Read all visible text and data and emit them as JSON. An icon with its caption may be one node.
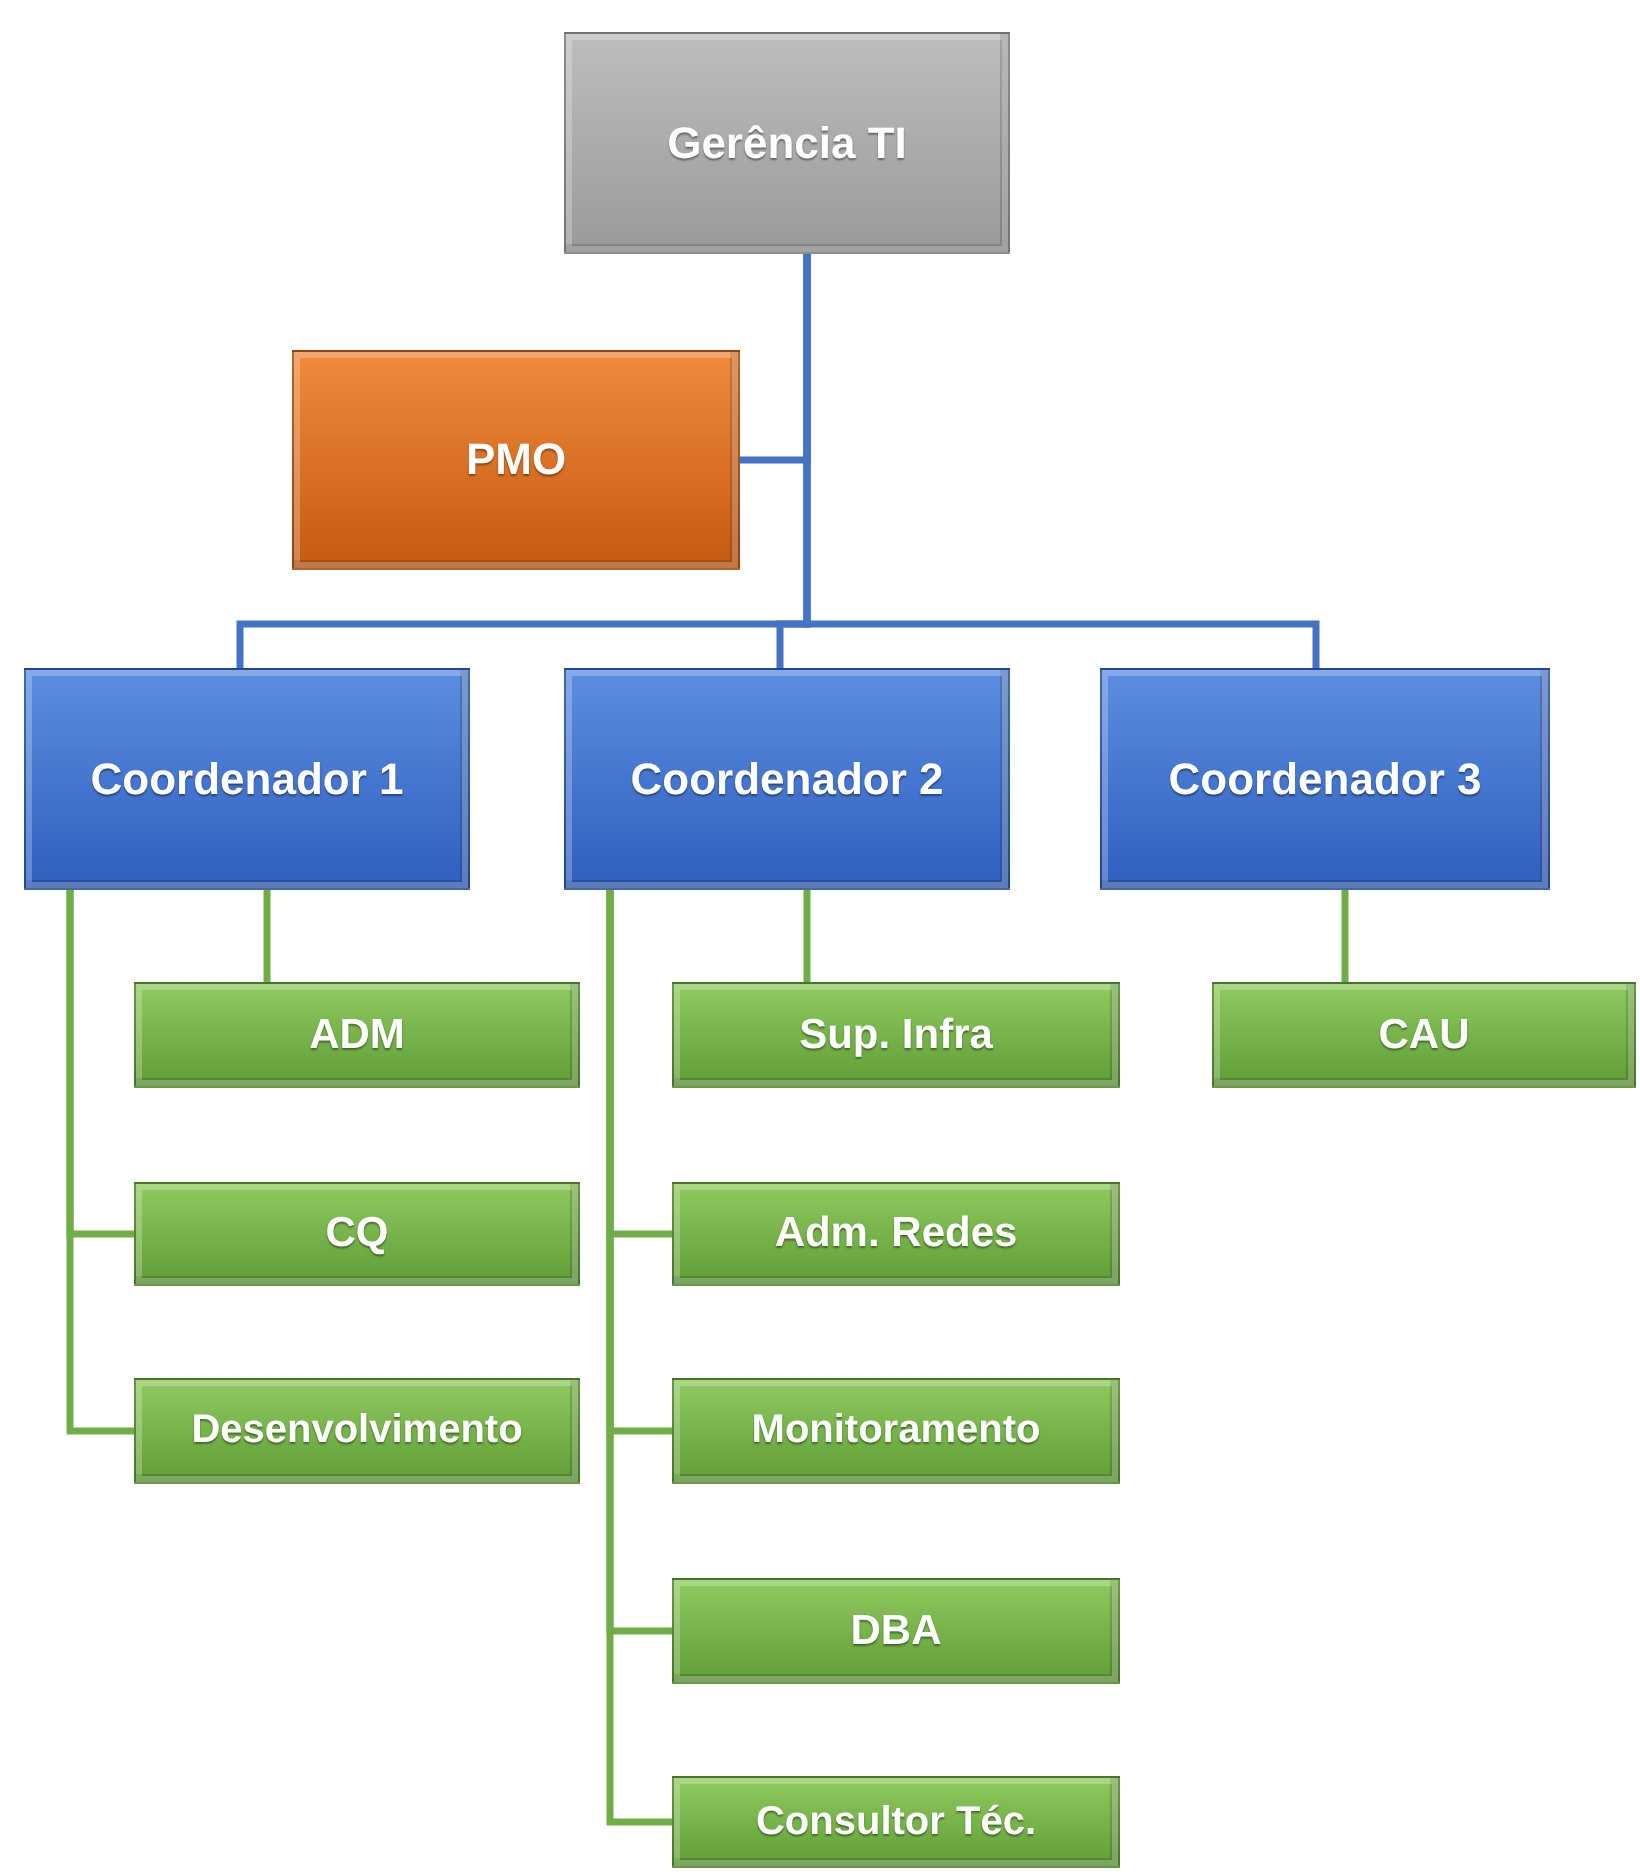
{
  "diagram": {
    "nodes": [
      {
        "text": [
          "Gerência TI"
        ]
      },
      {
        "text": [
          "PMO"
        ]
      },
      {
        "text": [
          "Coordenador 1"
        ]
      },
      {
        "text": [
          "Coordenador 2"
        ]
      },
      {
        "text": [
          "Coordenador 3"
        ]
      },
      {
        "text": [
          "ADM"
        ]
      },
      {
        "text": [
          "CQ"
        ]
      },
      {
        "text": [
          "Desenvolvimento"
        ]
      },
      {
        "text": [
          "Sup. Infra"
        ]
      },
      {
        "text": [
          "Adm. Redes"
        ]
      },
      {
        "text": [
          "Monitoramento"
        ]
      },
      {
        "text": [
          "DBA"
        ]
      },
      {
        "text": [
          "Consultor Téc."
        ]
      },
      {
        "text": [
          "CAU"
        ]
      }
    ],
    "edges": [
      {
        "from": 0,
        "to": 1,
        "arrow": "none",
        "color": "#4472c4"
      },
      {
        "from": 0,
        "to": 2,
        "arrow": "none",
        "color": "#4472c4"
      },
      {
        "from": 0,
        "to": 3,
        "arrow": "none",
        "color": "#4472c4"
      },
      {
        "from": 0,
        "to": 4,
        "arrow": "none",
        "color": "#4472c4"
      },
      {
        "from": 2,
        "to": 5,
        "arrow": "none"
      },
      {
        "from": 2,
        "to": 6,
        "arrow": "none"
      },
      {
        "from": 2,
        "to": 7,
        "arrow": "none"
      },
      {
        "from": 3,
        "to": 8,
        "arrow": "none"
      },
      {
        "from": 3,
        "to": 9,
        "arrow": "none"
      },
      {
        "from": 3,
        "to": 10,
        "arrow": "none"
      },
      {
        "from": 3,
        "to": 11,
        "arrow": "none"
      },
      {
        "from": 3,
        "to": 12,
        "arrow": "none"
      },
      {
        "from": 4,
        "to": 13,
        "arrow": "none"
      }
    ]
  }
}
